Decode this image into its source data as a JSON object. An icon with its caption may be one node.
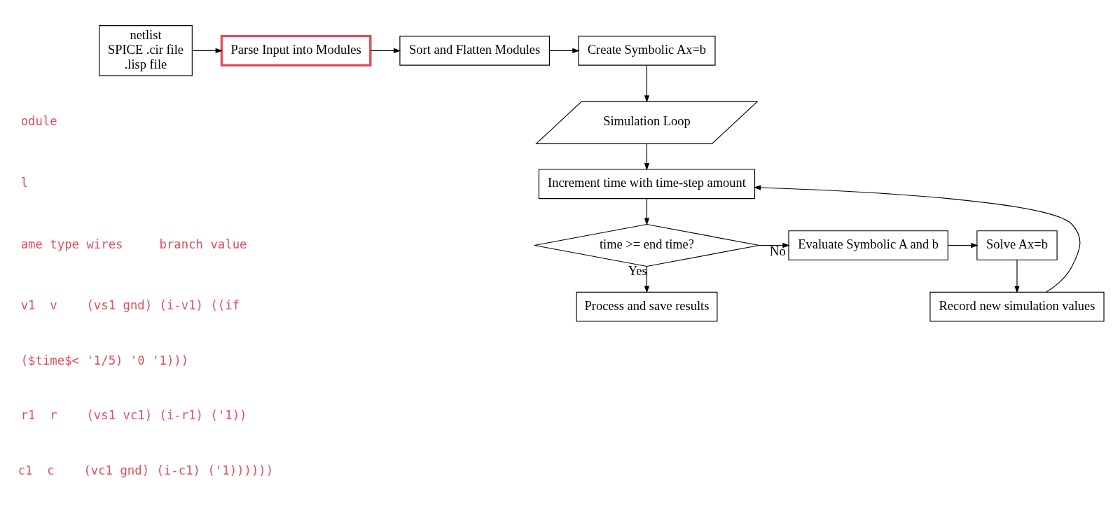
{
  "diagram": {
    "nodes": [
      {
        "text": [
          "netlist",
          "SPICE .cir file",
          ".lisp file"
        ]
      },
      {
        "text": [
          "Parse Input into Modules"
        ]
      },
      {
        "text": [
          "Sort and Flatten Modules"
        ]
      },
      {
        "text": [
          "Create Symbolic Ax=b"
        ]
      },
      {
        "text": [
          "Simulation Loop"
        ]
      },
      {
        "text": [
          "Increment time with time-step amount"
        ]
      },
      {
        "text": [
          "time >= end time?"
        ]
      },
      {
        "text": [
          "Evaluate Symbolic A and b"
        ]
      },
      {
        "text": [
          "Solve Ax=b"
        ]
      },
      {
        "text": [
          "Record new simulation values"
        ]
      },
      {
        "text": [
          "Process and save results"
        ]
      }
    ],
    "edges": [
      {
        "from": 0,
        "to": 1,
        "arrow": "to"
      },
      {
        "from": 1,
        "to": 2,
        "arrow": "to"
      },
      {
        "from": 2,
        "to": 3,
        "arrow": "to"
      },
      {
        "from": 3,
        "to": 4,
        "arrow": "to"
      },
      {
        "from": 4,
        "to": 5,
        "arrow": "to"
      },
      {
        "from": 5,
        "to": 6,
        "arrow": "to"
      },
      {
        "from": 6,
        "to": 7,
        "arrow": "to",
        "label": "No"
      },
      {
        "from": 7,
        "to": 8,
        "arrow": "to"
      },
      {
        "from": 8,
        "to": 9,
        "arrow": "to"
      },
      {
        "from": 9,
        "to": 5,
        "arrow": "to"
      },
      {
        "from": 6,
        "to": 10,
        "arrow": "to",
        "label": "Yes"
      }
    ],
    "labels": [
      "odule",
      "l",
      "ame type wires     branch value",
      "v1  v    (vs1 gnd) (i-v1) ((if",
      "($time$< '1/5) '0 '1)))",
      "r1  r    (vs1 vc1) (i-r1) ('1))",
      "c1  c    (vc1 gnd) (i-c1) ('1))))))"
    ]
  }
}
